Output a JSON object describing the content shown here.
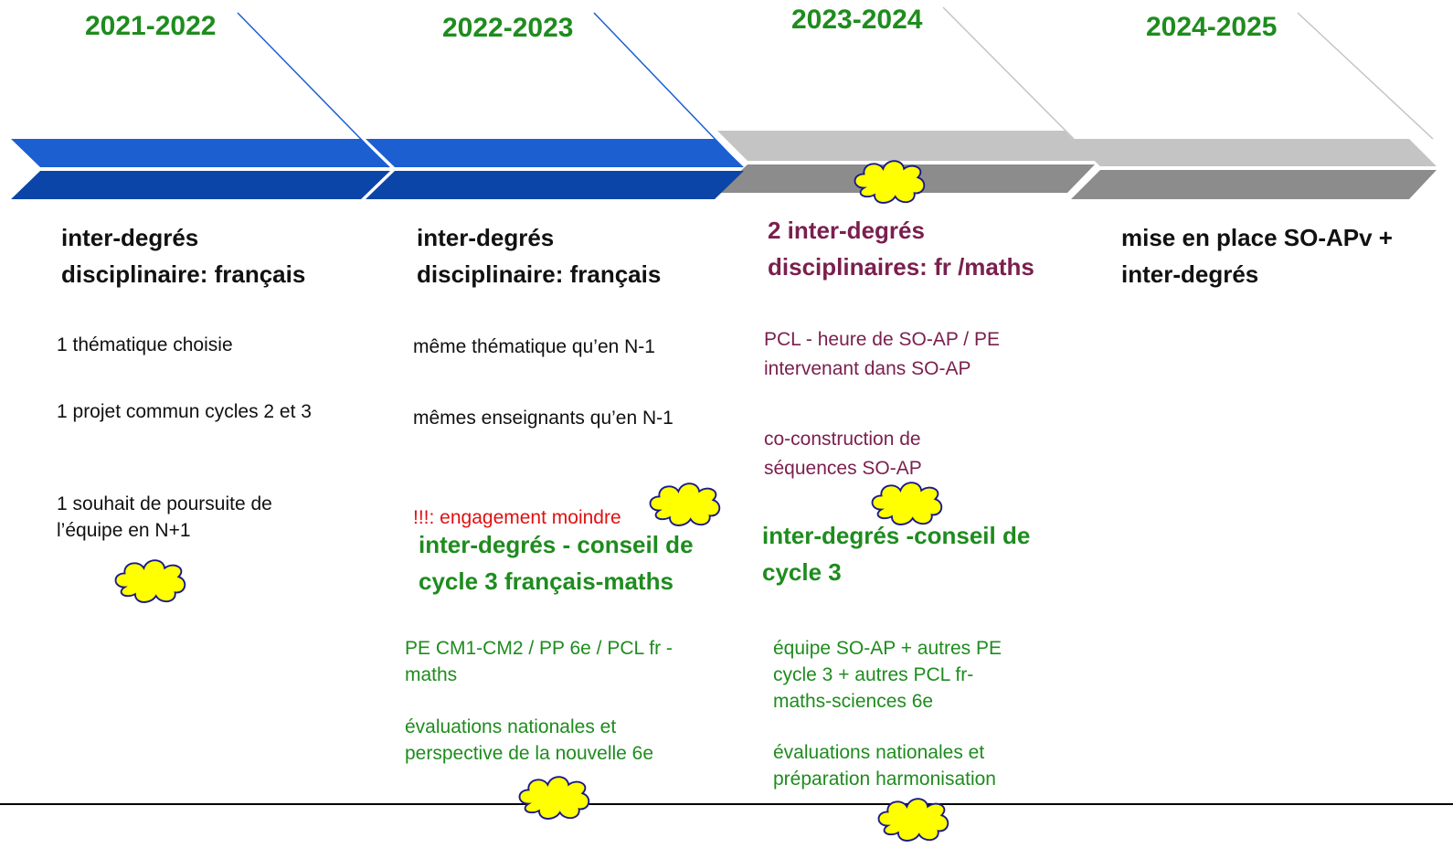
{
  "colors": {
    "year_green": "#1e8c1e",
    "arrow_blue_top": "#1c5fd1",
    "arrow_blue_bottom": "#0b45a8",
    "arrow_grey_top": "#c4c4c4",
    "arrow_grey_bottom": "#8c8c8c",
    "cloud_yellow": "#ffff00",
    "purple": "#7a1f4e",
    "red": "#e01010"
  },
  "timeline": {
    "periods": [
      {
        "year": "2021-2022",
        "status": "done"
      },
      {
        "year": "2022-2023",
        "status": "done"
      },
      {
        "year": "2023-2024",
        "status": "upcoming"
      },
      {
        "year": "2024-2025",
        "status": "upcoming"
      }
    ]
  },
  "col1": {
    "heading": "inter-degrés disciplinaire: français",
    "items": [
      "1 thématique choisie",
      "1 projet commun cycles  2 et 3",
      "1 souhait de poursuite de l’équipe en N+1"
    ]
  },
  "col2": {
    "heading": "inter-degrés disciplinaire: français",
    "items": [
      "même thématique qu’en N-1",
      "mêmes enseignants qu’en N-1"
    ],
    "alert": "!!!: engagement moindre",
    "heading2": "inter-degrés - conseil de cycle 3 français-maths",
    "items2": [
      "PE CM1-CM2 / PP 6e / PCL fr - maths",
      "évaluations nationales et perspective de la nouvelle 6e"
    ]
  },
  "col3": {
    "heading": "2 inter-degrés disciplinaires: fr /maths",
    "items": [
      "PCL - heure de SO-AP / PE intervenant dans SO-AP",
      "co-construction de séquences SO-AP"
    ],
    "heading2": "inter-degrés -conseil de cycle 3",
    "items2": [
      "équipe SO-AP + autres PE cycle 3 + autres PCL fr-maths-sciences 6e",
      "évaluations nationales et préparation harmonisation"
    ]
  },
  "col4": {
    "heading": "mise en place SO-APv + inter-degrés"
  }
}
